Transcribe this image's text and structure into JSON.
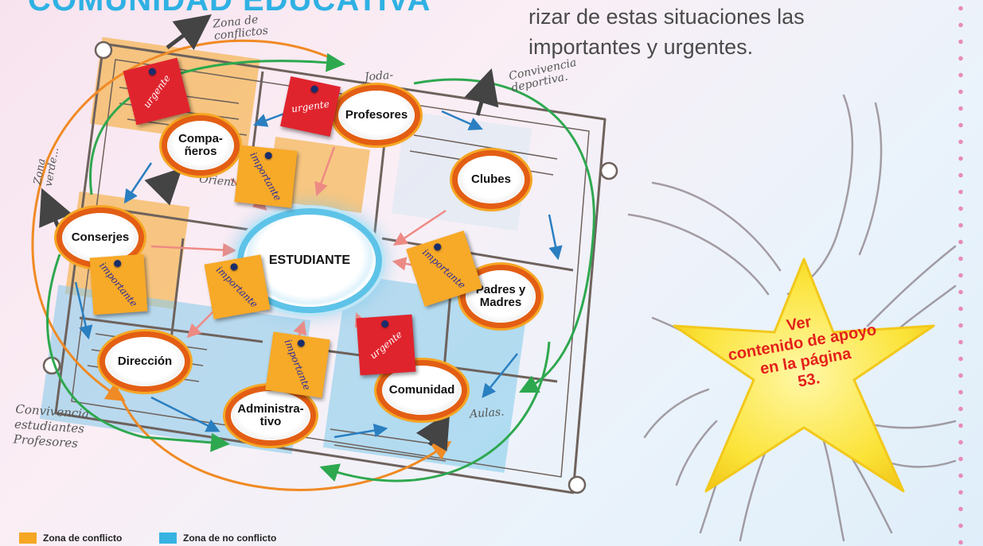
{
  "header": {
    "title": "COMUNIDAD EDUCATIVA"
  },
  "intro": {
    "lines": [
      "rizar de estas situaciones las",
      "importantes y urgentes."
    ]
  },
  "handwritten": {
    "zona_conflictos": "Zona de conflictos",
    "joda": "Joda-",
    "convivencia_deportiva": "Convivencia deportiva.",
    "zona_verde": "Zona verde...",
    "orientacion": "Orientación.",
    "convivencia_estudiantes": "Convivencia estudiantes Profesores",
    "aulas": "Aulas."
  },
  "diagram": {
    "center": "ESTUDIANTE",
    "nodes": {
      "companeros": [
        "Compa-",
        "ñeros"
      ],
      "profesores": "Profesores",
      "clubes": "Clubes",
      "conserjes": "Conserjes",
      "padres": [
        "Padres y",
        "Madres"
      ],
      "direccion": "Dirección",
      "comunidad": "Comunidad",
      "administrativo": [
        "Administra-",
        "tivo"
      ]
    },
    "notes": {
      "urgente": "urgente",
      "importante": "importante"
    }
  },
  "callout": {
    "lines": [
      "Ver",
      "contenido de apoyo",
      "en la página",
      "53."
    ]
  },
  "legend": [
    {
      "label": "Zona de conflicto",
      "color": "#f5a623"
    },
    {
      "label": "Zona de no conflicto",
      "color": "#36b3e3"
    }
  ],
  "colors": {
    "title": "#2fb1e3",
    "node_ring": "#e35e14",
    "arrow_green": "#2ea84f",
    "arrow_orange": "#f08a24",
    "arrow_blue": "#2a7fc1",
    "arrow_pink": "#ee8a84",
    "star": "#fbe338"
  }
}
